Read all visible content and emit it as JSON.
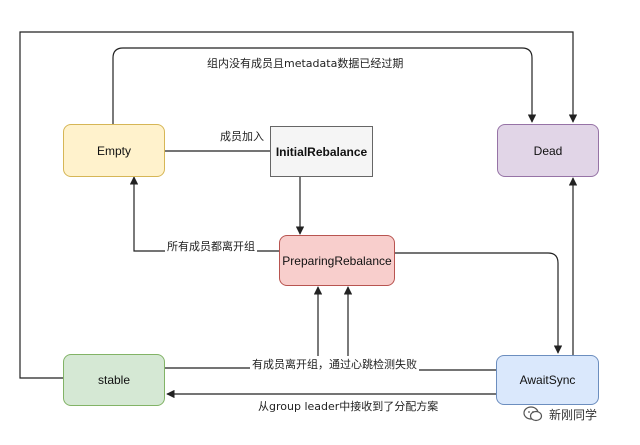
{
  "nodes": {
    "empty": {
      "label": "Empty",
      "fill": "#fff2cc",
      "stroke": "#d6b656"
    },
    "initial_rebalance": {
      "label": "InitialRebalance",
      "fill": "#f5f5f5",
      "stroke": "#666666"
    },
    "dead": {
      "label": "Dead",
      "fill": "#e1d5e7",
      "stroke": "#9673a6"
    },
    "preparing_rebalance": {
      "label": "PreparingRebalance",
      "fill": "#f8cecc",
      "stroke": "#b85450"
    },
    "stable": {
      "label": "stable",
      "fill": "#d5e8d4",
      "stroke": "#82b366"
    },
    "await_sync": {
      "label": "AwaitSync",
      "fill": "#dae8fc",
      "stroke": "#6c8ebf"
    }
  },
  "edge_labels": {
    "empty_to_dead": "组内没有成员且metadata数据已经过期",
    "member_join": "成员加入",
    "all_members_leave": "所有成员都离开组",
    "member_leave_or_heartbeat_fail": "有成员离开组，通过心跳检测失败",
    "receive_assignment": "从group leader中接收到了分配方案"
  },
  "watermark": {
    "text": "新刚同学"
  }
}
